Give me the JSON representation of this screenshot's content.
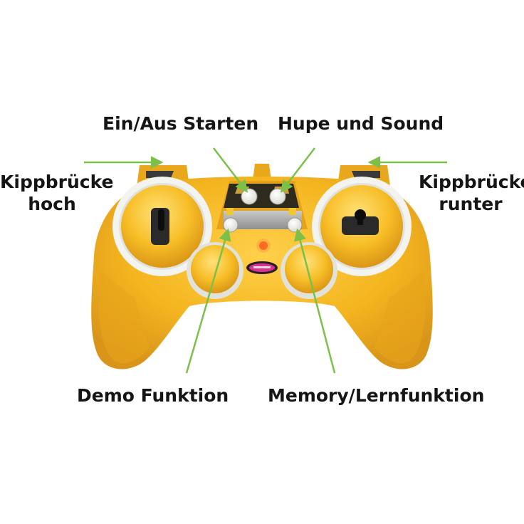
{
  "labels": {
    "power_start": "Ein/Aus Starten",
    "horn_sound": "Hupe und Sound",
    "dump_up_line1": "Kippbrücke",
    "dump_up_line2": "hoch",
    "dump_down_line1": "Kippbrücke",
    "dump_down_line2": "runter",
    "demo": "Demo Funktion",
    "memory": "Memory/Lernfunktion"
  },
  "colors": {
    "body": "#f4b51f",
    "body_shadow": "#d9951a",
    "arrow": "#7cc04a",
    "ring": "#f3f3ef",
    "led": "#ff5a14",
    "text": "#151515"
  },
  "icons": {
    "left_stick": "joystick-icon",
    "right_stick": "joystick-icon",
    "power_button": "button-icon",
    "horn_button": "button-icon",
    "demo_button": "button-icon",
    "memory_button": "button-icon",
    "status_led": "led-icon",
    "brand_badge": "logo-badge"
  }
}
